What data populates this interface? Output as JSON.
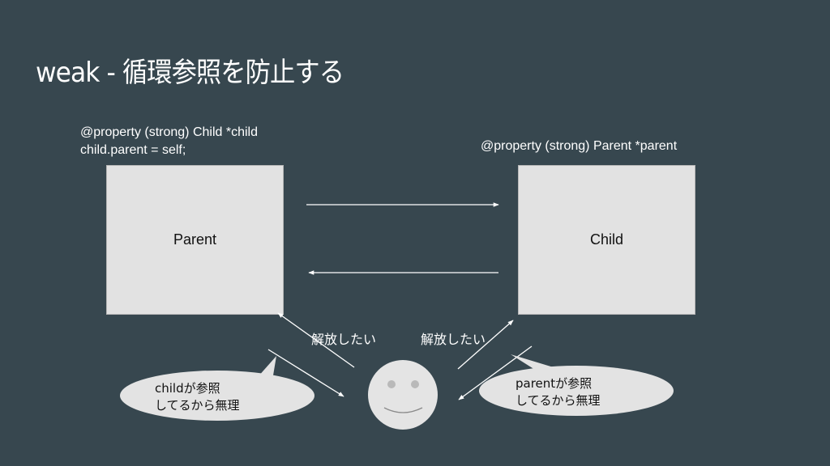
{
  "slide": {
    "title": "weak - 循環参照を防止する",
    "background": "#37474f"
  },
  "parent": {
    "code_line1": "@property (strong) Child *child",
    "code_line2": "child.parent = self;",
    "label": "Parent"
  },
  "child": {
    "code_line1": "@property (strong) Parent *parent",
    "label": "Child"
  },
  "release_labels": {
    "left": "解放したい",
    "right": "解放したい"
  },
  "bubbles": {
    "left": {
      "line1": "childが参照",
      "line2": "してるから無理"
    },
    "right": {
      "line1": "parentが参照",
      "line2": "してるから無理"
    }
  },
  "colors": {
    "box_fill": "#e2e2e2",
    "bubble_fill": "#e3e3e3",
    "face_fill": "#e4e4e4",
    "arrow": "#ffffff"
  }
}
